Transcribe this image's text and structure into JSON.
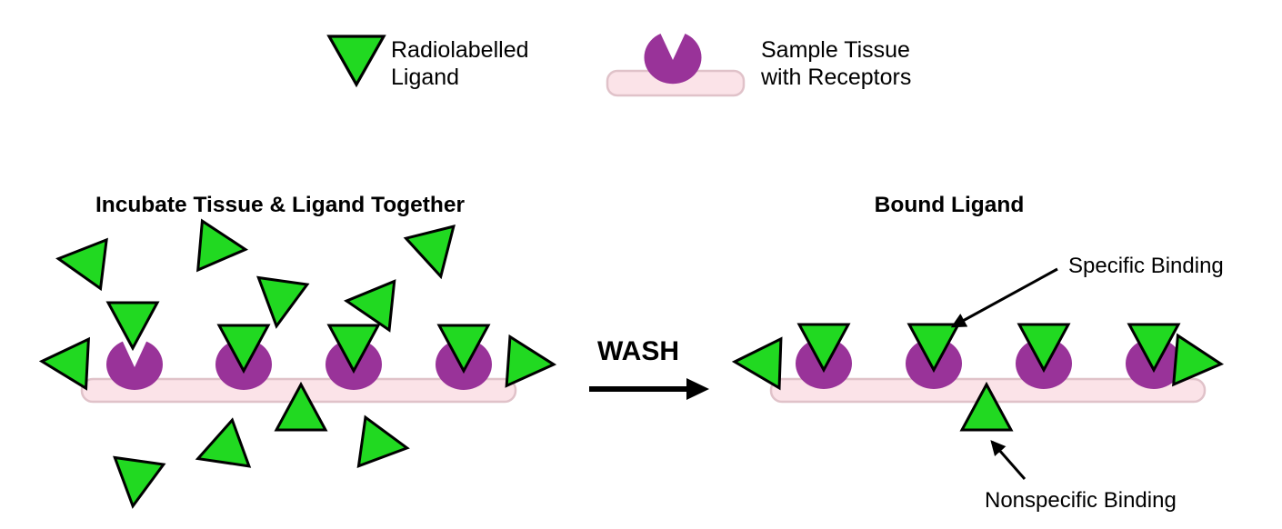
{
  "colors": {
    "ligand_green": "#21d921",
    "receptor_purple": "#993399",
    "tissue_pink": "#fbe3e8",
    "tissue_border": "#e0c2c9",
    "outline_black": "#000000"
  },
  "legend": {
    "ligand": {
      "line1": "Radiolabelled",
      "line2": "Ligand"
    },
    "tissue": {
      "line1": "Sample Tissue",
      "line2": "with Receptors"
    }
  },
  "left_panel": {
    "title": "Incubate Tissue & Ligand Together"
  },
  "wash": {
    "label": "WASH"
  },
  "right_panel": {
    "title": "Bound Ligand",
    "specific_label": "Specific Binding",
    "nonspecific_label": "Nonspecific Binding"
  }
}
